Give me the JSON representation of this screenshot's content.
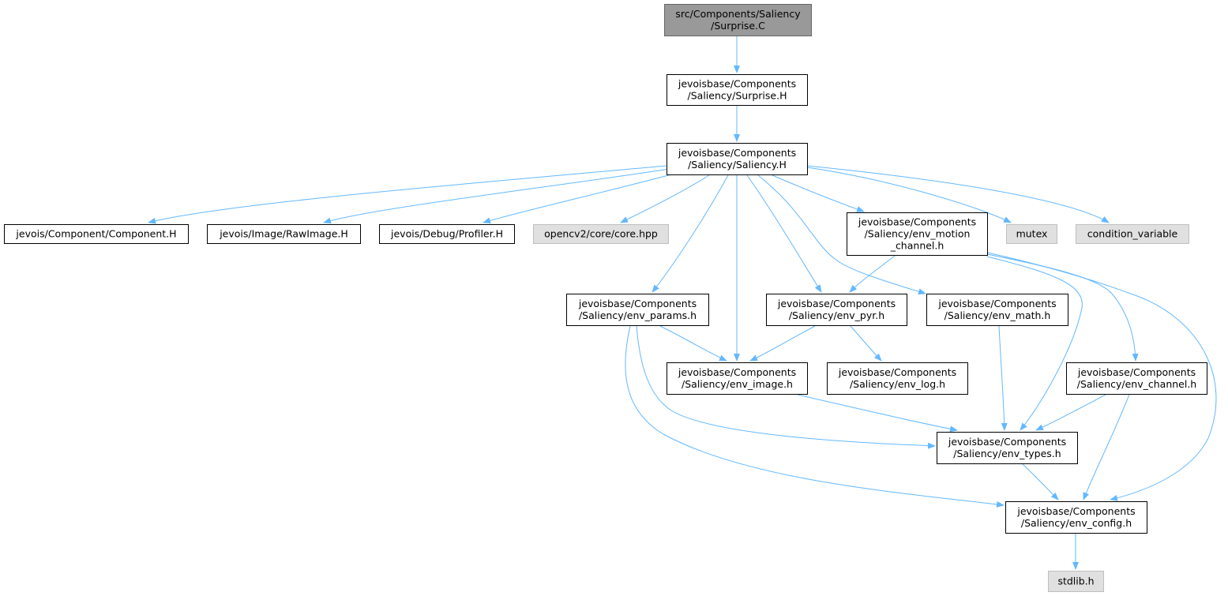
{
  "colors": {
    "edge": "#63b8ff",
    "node_border": "#666666",
    "root_fill": "#999999",
    "external_fill": "#e0e0e0",
    "node_fill": "#ffffff"
  },
  "nodes": [
    {
      "id": "surprise_c",
      "kind": "root",
      "lines": [
        "src/Components/Saliency",
        "/Surprise.C"
      ]
    },
    {
      "id": "surprise_h",
      "kind": "local",
      "lines": [
        "jevoisbase/Components",
        "/Saliency/Surprise.H"
      ]
    },
    {
      "id": "saliency_h",
      "kind": "local",
      "lines": [
        "jevoisbase/Components",
        "/Saliency/Saliency.H"
      ]
    },
    {
      "id": "component_h",
      "kind": "local",
      "lines": [
        "jevois/Component/Component.H"
      ]
    },
    {
      "id": "rawimage_h",
      "kind": "local",
      "lines": [
        "jevois/Image/RawImage.H"
      ]
    },
    {
      "id": "profiler_h",
      "kind": "local",
      "lines": [
        "jevois/Debug/Profiler.H"
      ]
    },
    {
      "id": "core_hpp",
      "kind": "external",
      "lines": [
        "opencv2/core/core.hpp"
      ]
    },
    {
      "id": "env_motion",
      "kind": "local",
      "lines": [
        "jevoisbase/Components",
        "/Saliency/env_motion",
        "_channel.h"
      ]
    },
    {
      "id": "mutex",
      "kind": "external",
      "lines": [
        "mutex"
      ]
    },
    {
      "id": "condvar",
      "kind": "external",
      "lines": [
        "condition_variable"
      ]
    },
    {
      "id": "env_params",
      "kind": "local",
      "lines": [
        "jevoisbase/Components",
        "/Saliency/env_params.h"
      ]
    },
    {
      "id": "env_pyr",
      "kind": "local",
      "lines": [
        "jevoisbase/Components",
        "/Saliency/env_pyr.h"
      ]
    },
    {
      "id": "env_math",
      "kind": "local",
      "lines": [
        "jevoisbase/Components",
        "/Saliency/env_math.h"
      ]
    },
    {
      "id": "env_image",
      "kind": "local",
      "lines": [
        "jevoisbase/Components",
        "/Saliency/env_image.h"
      ]
    },
    {
      "id": "env_log",
      "kind": "local",
      "lines": [
        "jevoisbase/Components",
        "/Saliency/env_log.h"
      ]
    },
    {
      "id": "env_channel",
      "kind": "local",
      "lines": [
        "jevoisbase/Components",
        "/Saliency/env_channel.h"
      ]
    },
    {
      "id": "env_types",
      "kind": "local",
      "lines": [
        "jevoisbase/Components",
        "/Saliency/env_types.h"
      ]
    },
    {
      "id": "env_config",
      "kind": "local",
      "lines": [
        "jevoisbase/Components",
        "/Saliency/env_config.h"
      ]
    },
    {
      "id": "stdlib_h",
      "kind": "external",
      "lines": [
        "stdlib.h"
      ]
    }
  ],
  "edges": [
    {
      "from": "surprise_c",
      "to": "surprise_h"
    },
    {
      "from": "surprise_h",
      "to": "saliency_h"
    },
    {
      "from": "saliency_h",
      "to": "component_h"
    },
    {
      "from": "saliency_h",
      "to": "rawimage_h"
    },
    {
      "from": "saliency_h",
      "to": "profiler_h"
    },
    {
      "from": "saliency_h",
      "to": "core_hpp"
    },
    {
      "from": "saliency_h",
      "to": "env_motion"
    },
    {
      "from": "saliency_h",
      "to": "mutex"
    },
    {
      "from": "saliency_h",
      "to": "condvar"
    },
    {
      "from": "saliency_h",
      "to": "env_params"
    },
    {
      "from": "saliency_h",
      "to": "env_image"
    },
    {
      "from": "saliency_h",
      "to": "env_pyr"
    },
    {
      "from": "saliency_h",
      "to": "env_math"
    },
    {
      "from": "env_motion",
      "to": "env_pyr"
    },
    {
      "from": "env_motion",
      "to": "env_types"
    },
    {
      "from": "env_motion",
      "to": "env_channel"
    },
    {
      "from": "env_motion",
      "to": "env_config"
    },
    {
      "from": "env_params",
      "to": "env_image"
    },
    {
      "from": "env_params",
      "to": "env_types"
    },
    {
      "from": "env_params",
      "to": "env_config"
    },
    {
      "from": "env_pyr",
      "to": "env_image"
    },
    {
      "from": "env_pyr",
      "to": "env_log"
    },
    {
      "from": "env_math",
      "to": "env_types"
    },
    {
      "from": "env_image",
      "to": "env_types"
    },
    {
      "from": "env_channel",
      "to": "env_types"
    },
    {
      "from": "env_channel",
      "to": "env_config"
    },
    {
      "from": "env_types",
      "to": "env_config"
    },
    {
      "from": "env_config",
      "to": "stdlib_h"
    }
  ]
}
